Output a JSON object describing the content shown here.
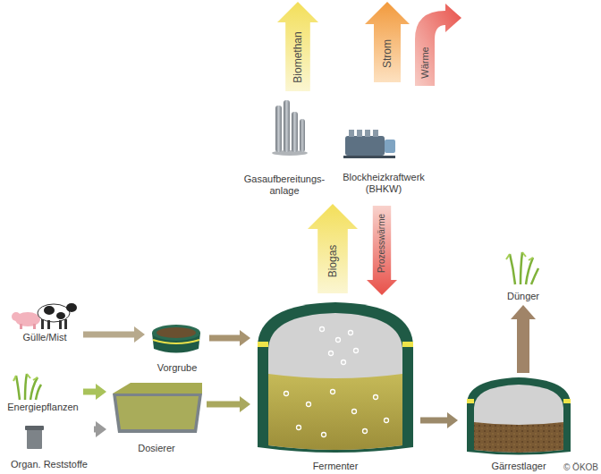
{
  "diagram": {
    "nodes": [
      {
        "text": [
          "Biomethan"
        ]
      },
      {
        "text": [
          "Strom"
        ]
      },
      {
        "text": [
          "Wärme"
        ]
      },
      {
        "text": [
          "Gasaufbereitungs- anlage"
        ]
      },
      {
        "text": [
          "Blockheizkraftwerk (BHKW)"
        ]
      },
      {
        "text": [
          "Biogas"
        ]
      },
      {
        "text": [
          "Prozesswärme"
        ]
      },
      {
        "text": [
          "Dünger"
        ]
      },
      {
        "text": [
          "Gülle/Mist"
        ]
      },
      {
        "text": [
          "Vorgrube"
        ]
      },
      {
        "text": [
          "Energiepflanzen"
        ]
      },
      {
        "text": [
          "Dosierer"
        ]
      },
      {
        "text": [
          "Organ. Reststoffe"
        ]
      },
      {
        "text": [
          "Fermenter"
        ]
      },
      {
        "text": [
          "Gärrestlager"
        ]
      }
    ],
    "edges": [
      {
        "from": 8,
        "to": 9,
        "arrow": "to"
      },
      {
        "from": 9,
        "to": 13,
        "arrow": "to"
      },
      {
        "from": 10,
        "to": 11,
        "arrow": "to"
      },
      {
        "from": 12,
        "to": 11,
        "arrow": "to"
      },
      {
        "from": 11,
        "to": 13,
        "arrow": "to"
      },
      {
        "from": 13,
        "to": 14,
        "arrow": "to"
      },
      {
        "from": 14,
        "to": 7,
        "arrow": "to"
      }
    ],
    "labels": [
      "© ÖKOB"
    ]
  }
}
